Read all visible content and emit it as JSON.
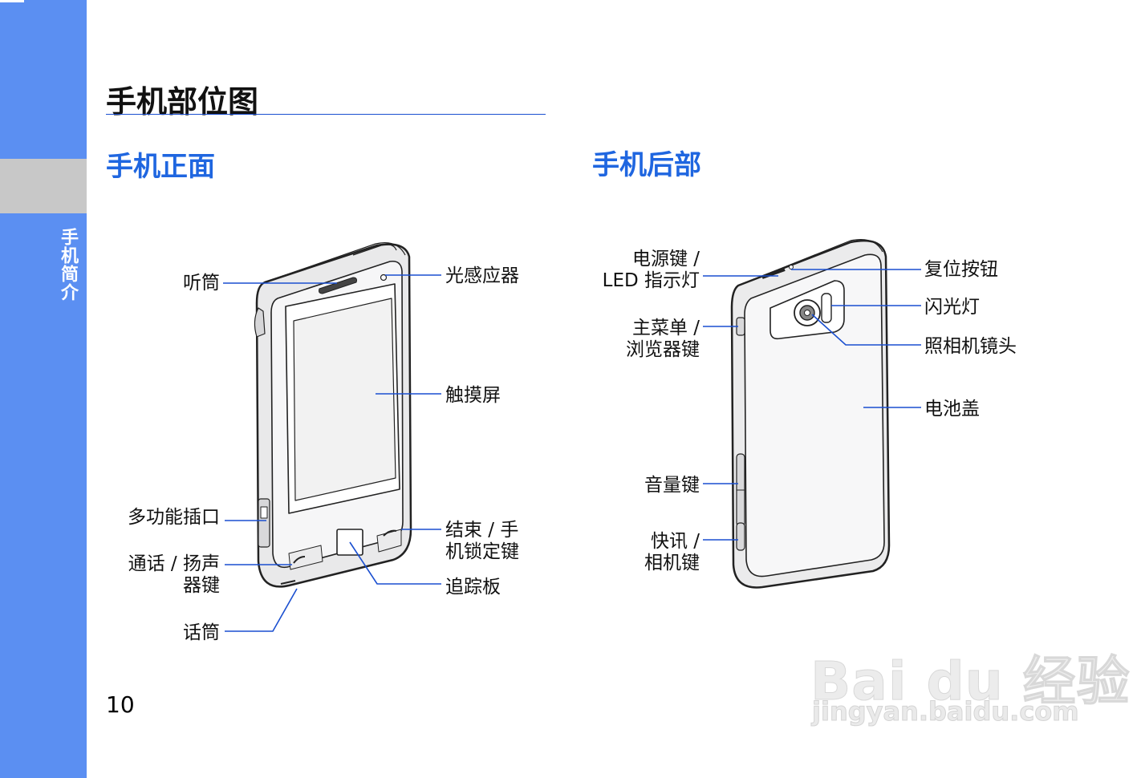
{
  "sidebar": {
    "section_label": "手机简介",
    "accent": "#5b8ff2"
  },
  "page": {
    "title": "手机部位图",
    "number": "10"
  },
  "front": {
    "heading": "手机正面",
    "labels": {
      "earpiece": "听筒",
      "light_sensor": "光感应器",
      "touch_screen": "触摸屏",
      "multi_jack": "多功能插口",
      "end_key_1": "结束 / 手",
      "end_key_2": "机锁定键",
      "dial_key_1": "通话 / 扬声",
      "dial_key_2": "器键",
      "trackpad": "追踪板",
      "mic": "话筒"
    }
  },
  "back": {
    "heading": "手机后部",
    "labels": {
      "power_1": "电源键 /",
      "power_2": "LED 指示灯",
      "reset": "复位按钮",
      "flash": "闪光灯",
      "menu_1": "主菜单 /",
      "menu_2": "浏览器键",
      "camera_lens": "照相机镜头",
      "battery_cover": "电池盖",
      "volume": "音量键",
      "shortcut_1": "快讯 /",
      "shortcut_2": "相机键"
    }
  },
  "watermark": {
    "brand": "Bai du 经验",
    "url": "jingyan.baidu.com"
  },
  "colors": {
    "heading_blue": "#1f66e0",
    "rule_blue": "#1a4fd0",
    "leader_blue": "#1a4fd0"
  }
}
